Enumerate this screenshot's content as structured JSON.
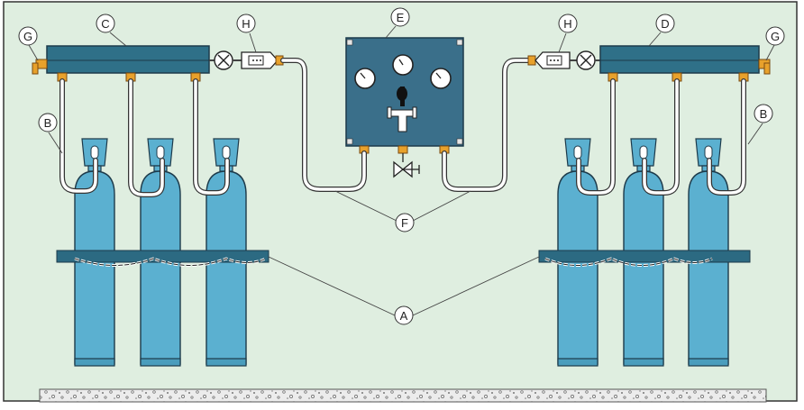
{
  "colors": {
    "background": "#dfeee0",
    "border": "#333333",
    "cylinder": "#5bb0d0",
    "manifold": "#2f7088",
    "bar": "#2c6a82",
    "panel": "#3a6f8a",
    "brass": "#e8a12b",
    "floor": "#e8e8e8",
    "label_fill": "#ffffff"
  },
  "labels": {
    "A": "A",
    "B": "B",
    "C": "C",
    "D": "D",
    "E": "E",
    "F": "F",
    "G": "G",
    "H": "H"
  }
}
